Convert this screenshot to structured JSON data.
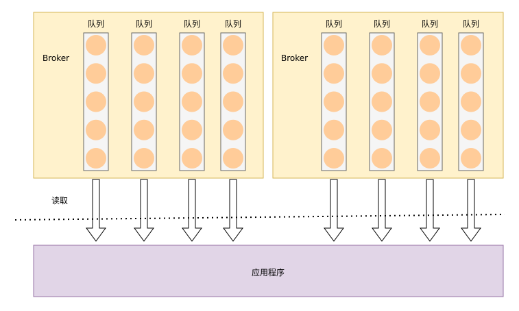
{
  "brokers": [
    {
      "label": "Broker",
      "queues": [
        {
          "label": "队列",
          "messages": 5
        },
        {
          "label": "队列",
          "messages": 5
        },
        {
          "label": "队列",
          "messages": 5
        },
        {
          "label": "队列",
          "messages": 5
        }
      ]
    },
    {
      "label": "Broker",
      "queues": [
        {
          "label": "队列",
          "messages": 5
        },
        {
          "label": "队列",
          "messages": 5
        },
        {
          "label": "队列",
          "messages": 5
        },
        {
          "label": "队列",
          "messages": 5
        }
      ]
    }
  ],
  "read_label": "读取",
  "application_label": "应用程序",
  "colors": {
    "broker_fill": "#fff2cc",
    "broker_stroke": "#d6b656",
    "queue_fill": "#f5f5f5",
    "queue_stroke": "#666666",
    "message_fill": "#ffcc99",
    "app_fill": "#e1d5e7",
    "app_stroke": "#9673a6"
  }
}
